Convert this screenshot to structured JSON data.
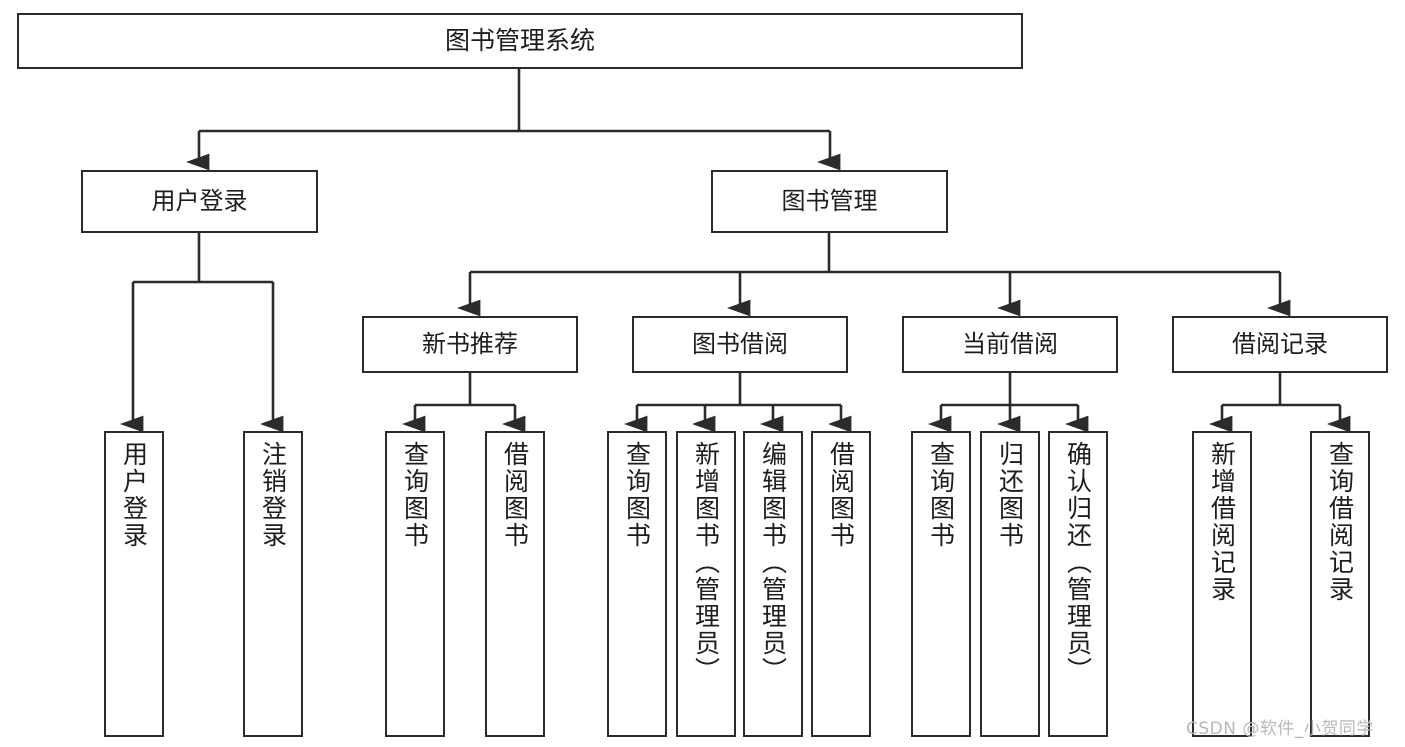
{
  "diagram": {
    "title": "图书管理系统",
    "type": "功能结构图",
    "root": {
      "id": "root",
      "label": "图书管理系统"
    },
    "level2": [
      {
        "id": "user-login",
        "label": "用户登录"
      },
      {
        "id": "book-manage",
        "label": "图书管理"
      }
    ],
    "level3": [
      {
        "id": "new-book-rec",
        "label": "新书推荐"
      },
      {
        "id": "book-borrow",
        "label": "图书借阅"
      },
      {
        "id": "current-borrow",
        "label": "当前借阅"
      },
      {
        "id": "borrow-record",
        "label": "借阅记录"
      }
    ],
    "leaves": [
      {
        "id": "leaf-user-login",
        "label": "用户登录",
        "parent": "user-login"
      },
      {
        "id": "leaf-user-logout",
        "label": "注销登录",
        "parent": "user-login"
      },
      {
        "id": "leaf-query-book-1",
        "label": "查询图书",
        "parent": "new-book-rec"
      },
      {
        "id": "leaf-borrow-book-1",
        "label": "借阅图书",
        "parent": "new-book-rec"
      },
      {
        "id": "leaf-query-book-2",
        "label": "查询图书",
        "parent": "book-borrow"
      },
      {
        "id": "leaf-add-book",
        "label": "新增图书（管理员）",
        "parent": "book-borrow"
      },
      {
        "id": "leaf-edit-book",
        "label": "编辑图书（管理员）",
        "parent": "book-borrow"
      },
      {
        "id": "leaf-borrow-book-2",
        "label": "借阅图书",
        "parent": "book-borrow"
      },
      {
        "id": "leaf-query-book-3",
        "label": "查询图书",
        "parent": "current-borrow"
      },
      {
        "id": "leaf-return-book",
        "label": "归还图书",
        "parent": "current-borrow"
      },
      {
        "id": "leaf-confirm-return",
        "label": "确认归还（管理员）",
        "parent": "current-borrow"
      },
      {
        "id": "leaf-add-record",
        "label": "新增借阅记录",
        "parent": "borrow-record"
      },
      {
        "id": "leaf-query-record",
        "label": "查询借阅记录",
        "parent": "borrow-record"
      }
    ],
    "colors": {
      "stroke": "#2b2b2b",
      "background": "#ffffff",
      "text": "#1d1d1d",
      "watermark": "#b8b8b8"
    }
  },
  "watermark": {
    "text": "CSDN @软件_小贺同学"
  }
}
